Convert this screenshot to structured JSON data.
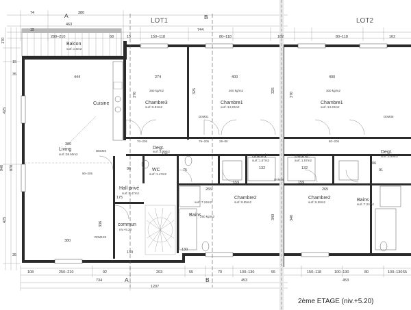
{
  "lots": {
    "lot1": "LOT1",
    "lot2": "LOT2"
  },
  "title": "2ème ETAGE (niv.+5.20)",
  "section_marks": {
    "a": "A",
    "b": "B"
  },
  "rooms": {
    "balcon": {
      "name": "Balcon",
      "area": "surf.:x.5m2"
    },
    "cuisine": {
      "name": "Cuisine"
    },
    "living": {
      "name": "Living",
      "area": "surf.:38.50m2"
    },
    "chambre3": {
      "name": "Chambre3",
      "area": "surf.:9.81m2"
    },
    "chambre1": {
      "name": "Chambre1",
      "area": "surf.:14.22m2"
    },
    "chambre1_lot2": {
      "name": "Chambre1",
      "area": "surf.:14.22m2"
    },
    "degt1": {
      "name": "Degt.",
      "area": "surf.:3.99m2"
    },
    "degt2": {
      "name": "Degt.",
      "area": "surf.:3.99m2"
    },
    "buanderie1": {
      "name": "Buand.",
      "area": "surf.:1.57m2"
    },
    "buanderie2": {
      "name": "Buand.",
      "area": "surf.:1.57m2"
    },
    "hall": {
      "name": "Hall privé",
      "area": "surf.:5.47m2"
    },
    "commun": {
      "name": "commun",
      "area": "niv.+5.20"
    },
    "bains1": {
      "name": "Bains",
      "area": "surf.:7.24m2"
    },
    "bains2": {
      "name": "Bains",
      "area": "surf.:7.24m2"
    },
    "chambre2": {
      "name": "Chambre2",
      "area": "surf.:9.55m2"
    },
    "chambre2_lot2": {
      "name": "Chambre2",
      "area": "surf.:9.55m2"
    },
    "wc": {
      "name": "WC",
      "area": "surf.:1.47m2"
    }
  },
  "dims_top": [
    "74",
    "380",
    "463",
    "15",
    "280–210",
    "68",
    "15",
    "744",
    "150–118",
    "80–118",
    "162",
    "80–118",
    "162"
  ],
  "dims_top_row2": [
    "150–118",
    "80–118",
    "162",
    "80–118",
    "162"
  ],
  "dims_left": [
    "170",
    "35",
    "425",
    "940",
    "870",
    "425",
    "15",
    "35"
  ],
  "dims_inner": [
    "444",
    "380",
    "380",
    "274",
    "400",
    "400",
    "370",
    "325",
    "325",
    "370",
    "265",
    "265",
    "340",
    "340",
    "336",
    "159",
    "132",
    "106",
    "106",
    "159",
    "132",
    "175",
    "139",
    "96",
    "130",
    "75",
    "91"
  ],
  "dims_bottom": [
    "108",
    "250–210",
    "92",
    "203",
    "55",
    "70",
    "100–130",
    "55",
    "150–118",
    "100–130",
    "80",
    "100–130",
    "55"
  ],
  "dims_total": [
    "734",
    "453",
    "1207",
    "453"
  ],
  "small_notes": [
    "280 kg/m2",
    "300 kg/m2",
    "250 kg/m2",
    "D0M128",
    "D0M31",
    "D0M35",
    "DEM25",
    "D0M36",
    "90–205",
    "70–205",
    "79–205",
    "29–80",
    "80–205"
  ]
}
